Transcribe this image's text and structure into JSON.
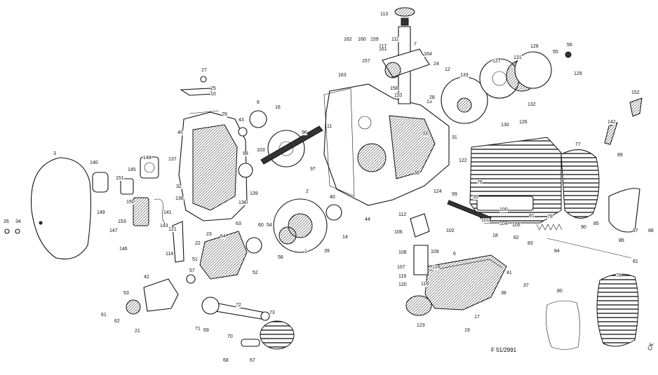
{
  "drawing_ref": "F 51/2991",
  "corner_mark": "CK",
  "labels": [
    "1",
    "2",
    "3",
    "6",
    "7",
    "8",
    "10",
    "11",
    "12",
    "13",
    "14",
    "16",
    "17",
    "18",
    "19",
    "21",
    "22",
    "23",
    "24",
    "25",
    "26",
    "27",
    "28",
    "29",
    "31",
    "32",
    "33",
    "34",
    "35",
    "36",
    "37",
    "38",
    "39",
    "40",
    "41",
    "42",
    "43",
    "44",
    "45",
    "51",
    "52",
    "53",
    "54",
    "55",
    "56",
    "57",
    "58",
    "60",
    "61",
    "62",
    "63",
    "64",
    "67",
    "68",
    "69",
    "70",
    "71",
    "72",
    "73",
    "76",
    "77",
    "78",
    "79",
    "80",
    "81",
    "82",
    "83",
    "84",
    "85",
    "86",
    "87",
    "88",
    "89",
    "90",
    "91",
    "96",
    "97",
    "98",
    "99",
    "100",
    "101",
    "102",
    "103",
    "104",
    "105",
    "106",
    "107",
    "108",
    "109",
    "110",
    "111",
    "112",
    "113",
    "114",
    "116",
    "117",
    "118",
    "119",
    "120",
    "121",
    "122",
    "123",
    "124",
    "126",
    "127",
    "128",
    "129",
    "130",
    "131",
    "132",
    "133",
    "136",
    "137",
    "138",
    "139",
    "140",
    "141",
    "142",
    "143",
    "145",
    "146",
    "147",
    "148",
    "149",
    "150",
    "151",
    "152",
    "153",
    "157",
    "158",
    "159",
    "160",
    "161",
    "162",
    "163",
    "164"
  ]
}
